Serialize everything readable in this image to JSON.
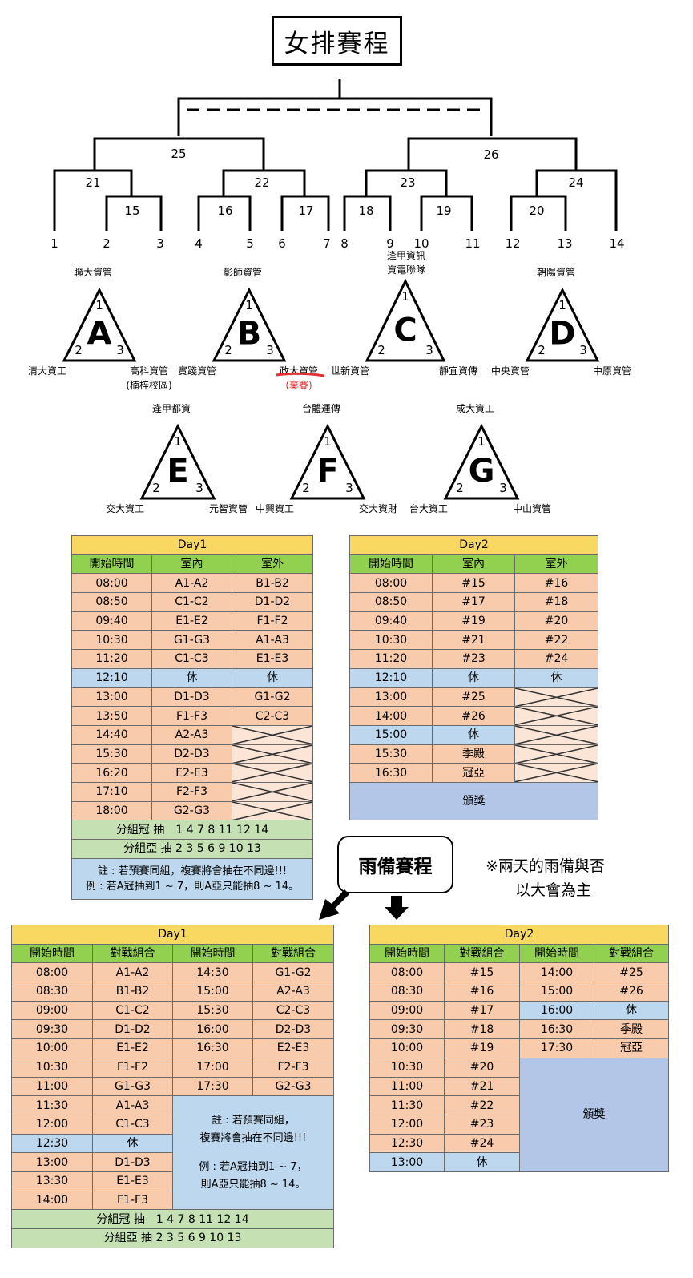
{
  "title": "女排賽程",
  "bracket": {
    "matches": [
      "25",
      "26",
      "21",
      "22",
      "23",
      "24",
      "15",
      "16",
      "17",
      "18",
      "19",
      "20"
    ],
    "seeds": [
      "1",
      "2",
      "3",
      "4",
      "5",
      "6",
      "7",
      "8",
      "9",
      "10",
      "11",
      "12",
      "13",
      "14"
    ]
  },
  "groups": [
    {
      "letter": "A",
      "top": "聯大資管",
      "top2": "",
      "left": "清大資工",
      "right": "高科資管",
      "right2": "(楠梓校區)"
    },
    {
      "letter": "B",
      "top": "彰師資管",
      "top2": "",
      "left": "實踐資管",
      "right": "政大資管",
      "right2": "(棄賽)"
    },
    {
      "letter": "C",
      "top": "逢甲資訊",
      "top2": "資電聯隊",
      "left": "世新資管",
      "right": "靜宜資傳",
      "right2": ""
    },
    {
      "letter": "D",
      "top": "朝陽資管",
      "top2": "",
      "left": "中央資管",
      "right": "中原資管",
      "right2": ""
    },
    {
      "letter": "E",
      "top": "逢甲都資",
      "top2": "",
      "left": "交大資工",
      "right": "元智資管",
      "right2": ""
    },
    {
      "letter": "F",
      "top": "台體運傳",
      "top2": "",
      "left": "中興資工",
      "right": "交大資財",
      "right2": ""
    },
    {
      "letter": "G",
      "top": "成大資工",
      "top2": "",
      "left": "台大資工",
      "right": "中山資管",
      "right2": ""
    }
  ],
  "vertex_labels": [
    "1",
    "2",
    "3"
  ],
  "schedule_day1": {
    "title": "Day1",
    "headers": [
      "開始時間",
      "室內",
      "室外"
    ],
    "rows": [
      [
        "08:00",
        "A1-A2",
        "B1-B2"
      ],
      [
        "08:50",
        "C1-C2",
        "D1-D2"
      ],
      [
        "09:40",
        "E1-E2",
        "F1-F2"
      ],
      [
        "10:30",
        "G1-G3",
        "A1-A3"
      ],
      [
        "11:20",
        "C1-C3",
        "E1-E3"
      ],
      [
        "12:10",
        "休",
        "休"
      ],
      [
        "13:00",
        "D1-D3",
        "G1-G2"
      ],
      [
        "13:50",
        "F1-F3",
        "C2-C3"
      ],
      [
        "14:40",
        "A2-A3",
        ""
      ],
      [
        "15:30",
        "D2-D3",
        ""
      ],
      [
        "16:20",
        "E2-E3",
        ""
      ],
      [
        "17:10",
        "F2-F3",
        ""
      ],
      [
        "18:00",
        "G2-G3",
        ""
      ]
    ],
    "champ": "分組冠 抽　1 4 7 8 11 12 14",
    "runner": "分組亞 抽 2 3 5 6 9 10 13",
    "note1": "註 : 若預賽同組，複賽將會抽在不同邊!!!",
    "note2": "例 : 若A冠抽到1 ~ 7，則A亞只能抽8 ~ 14。"
  },
  "schedule_day2": {
    "title": "Day2",
    "headers": [
      "開始時間",
      "室內",
      "室外"
    ],
    "rows": [
      [
        "08:00",
        "#15",
        "#16"
      ],
      [
        "08:50",
        "#17",
        "#18"
      ],
      [
        "09:40",
        "#19",
        "#20"
      ],
      [
        "10:30",
        "#21",
        "#22"
      ],
      [
        "11:20",
        "#23",
        "#24"
      ],
      [
        "12:10",
        "休",
        "休"
      ],
      [
        "13:00",
        "#25",
        ""
      ],
      [
        "14:00",
        "#26",
        ""
      ],
      [
        "15:00",
        "休",
        ""
      ],
      [
        "15:30",
        "季殿",
        ""
      ],
      [
        "16:30",
        "冠亞",
        ""
      ]
    ],
    "award": "頒獎"
  },
  "rain": {
    "title": "雨備賽程",
    "note_line1": "※兩天的雨備與否",
    "note_line2": "以大會為主"
  },
  "rain_day1": {
    "title": "Day1",
    "headers": [
      "開始時間",
      "對戰組合",
      "開始時間",
      "對戰組合"
    ],
    "left_rows": [
      [
        "08:00",
        "A1-A2"
      ],
      [
        "08:30",
        "B1-B2"
      ],
      [
        "09:00",
        "C1-C2"
      ],
      [
        "09:30",
        "D1-D2"
      ],
      [
        "10:00",
        "E1-E2"
      ],
      [
        "10:30",
        "F1-F2"
      ],
      [
        "11:00",
        "G1-G3"
      ],
      [
        "11:30",
        "A1-A3"
      ],
      [
        "12:00",
        "C1-C3"
      ],
      [
        "12:30",
        "休"
      ],
      [
        "13:00",
        "D1-D3"
      ],
      [
        "13:30",
        "E1-E3"
      ],
      [
        "14:00",
        "F1-F3"
      ]
    ],
    "right_rows": [
      [
        "14:30",
        "G1-G2"
      ],
      [
        "15:00",
        "A2-A3"
      ],
      [
        "15:30",
        "C2-C3"
      ],
      [
        "16:00",
        "D2-D3"
      ],
      [
        "16:30",
        "E2-E3"
      ],
      [
        "17:00",
        "F2-F3"
      ],
      [
        "17:30",
        "G2-G3"
      ]
    ],
    "note1": "註 : 若預賽同組，",
    "note2": "複賽將會抽在不同邊!!!",
    "note3": "例 : 若A冠抽到1 ~ 7，",
    "note4": "則A亞只能抽8 ~ 14。",
    "champ": "分組冠 抽　1 4 7 8 11 12 14",
    "runner": "分組亞 抽 2 3 5 6 9 10 13"
  },
  "rain_day2": {
    "title": "Day2",
    "headers": [
      "開始時間",
      "對戰組合",
      "開始時間",
      "對戰組合"
    ],
    "left_rows": [
      [
        "08:00",
        "#15"
      ],
      [
        "08:30",
        "#16"
      ],
      [
        "09:00",
        "#17"
      ],
      [
        "09:30",
        "#18"
      ],
      [
        "10:00",
        "#19"
      ],
      [
        "10:30",
        "#20"
      ],
      [
        "11:00",
        "#21"
      ],
      [
        "11:30",
        "#22"
      ],
      [
        "12:00",
        "#23"
      ],
      [
        "12:30",
        "#24"
      ],
      [
        "13:00",
        "休"
      ]
    ],
    "right_rows": [
      [
        "14:00",
        "#25"
      ],
      [
        "15:00",
        "#26"
      ],
      [
        "16:00",
        "休"
      ],
      [
        "16:30",
        "季殿"
      ],
      [
        "17:30",
        "冠亞"
      ]
    ],
    "award": "頒獎"
  }
}
